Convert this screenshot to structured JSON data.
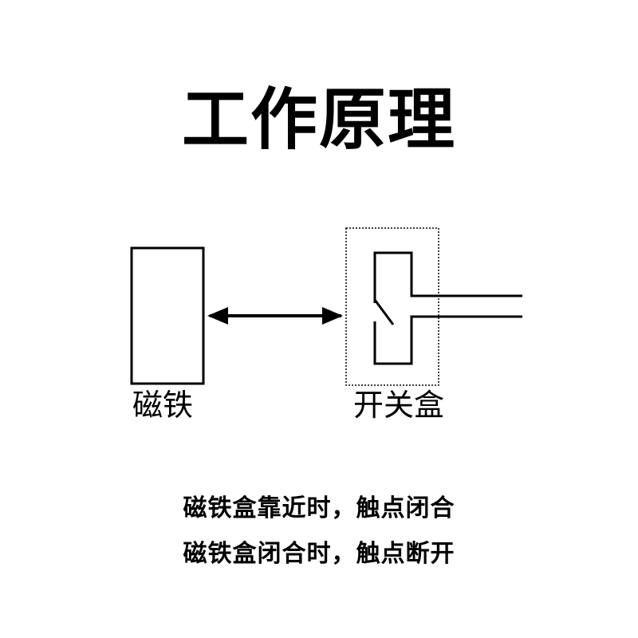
{
  "title": "工作原理",
  "labels": {
    "magnet": "磁铁",
    "switch_box": "开关盒"
  },
  "captions": [
    "磁铁盒靠近时，触点闭合",
    "磁铁盒闭合时，触点断开"
  ],
  "colors": {
    "stroke": "#000000",
    "background": "#ffffff"
  }
}
